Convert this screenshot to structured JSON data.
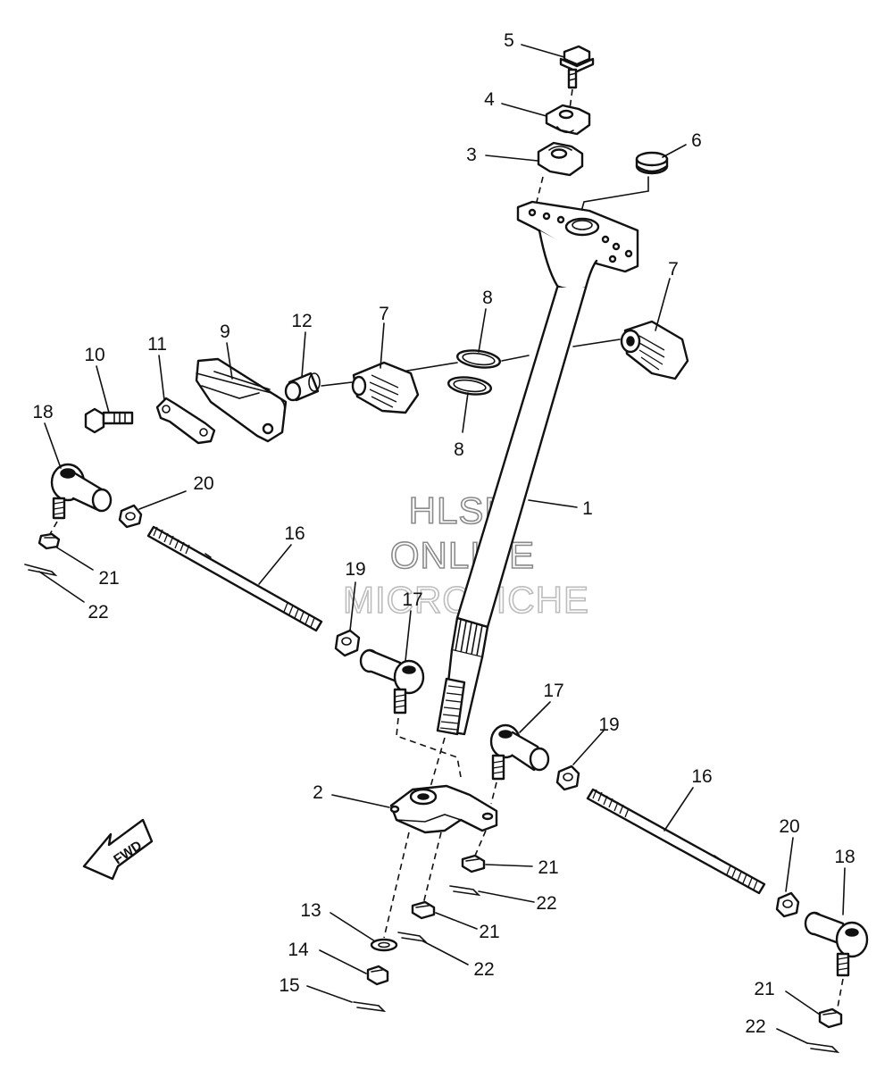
{
  "watermark": {
    "line1": "HLSM",
    "line2": "ONLINE",
    "line3": "MICROFICHE"
  },
  "fwd_label": "FWD",
  "callouts": [
    {
      "id": "c5",
      "text": "5"
    },
    {
      "id": "c4",
      "text": "4"
    },
    {
      "id": "c3",
      "text": "3"
    },
    {
      "id": "c6",
      "text": "6"
    },
    {
      "id": "c7a",
      "text": "7"
    },
    {
      "id": "c7b",
      "text": "7"
    },
    {
      "id": "c8a",
      "text": "8"
    },
    {
      "id": "c8b",
      "text": "8"
    },
    {
      "id": "c12",
      "text": "12"
    },
    {
      "id": "c9",
      "text": "9"
    },
    {
      "id": "c11",
      "text": "11"
    },
    {
      "id": "c10",
      "text": "10"
    },
    {
      "id": "c18a",
      "text": "18"
    },
    {
      "id": "c20a",
      "text": "20"
    },
    {
      "id": "c16a",
      "text": "16"
    },
    {
      "id": "c1",
      "text": "1"
    },
    {
      "id": "c21a",
      "text": "21"
    },
    {
      "id": "c22a",
      "text": "22"
    },
    {
      "id": "c19a",
      "text": "19"
    },
    {
      "id": "c17a",
      "text": "17"
    },
    {
      "id": "c17b",
      "text": "17"
    },
    {
      "id": "c19b",
      "text": "19"
    },
    {
      "id": "c16b",
      "text": "16"
    },
    {
      "id": "c2",
      "text": "2"
    },
    {
      "id": "c20b",
      "text": "20"
    },
    {
      "id": "c18b",
      "text": "18"
    },
    {
      "id": "c21b",
      "text": "21"
    },
    {
      "id": "c22b",
      "text": "22"
    },
    {
      "id": "c13",
      "text": "13"
    },
    {
      "id": "c21c",
      "text": "21"
    },
    {
      "id": "c14",
      "text": "14"
    },
    {
      "id": "c22c",
      "text": "22"
    },
    {
      "id": "c15",
      "text": "15"
    },
    {
      "id": "c21d",
      "text": "21"
    },
    {
      "id": "c22d",
      "text": "22"
    }
  ]
}
